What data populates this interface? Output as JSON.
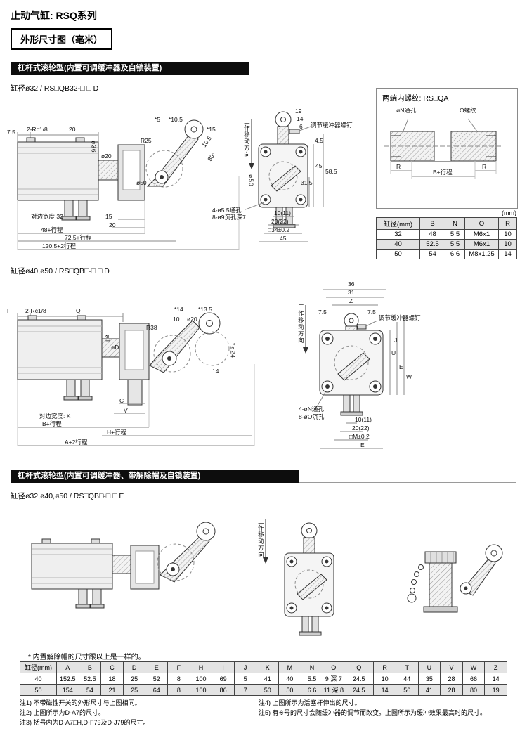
{
  "colors": {
    "header_bar": "#0d0d0d",
    "table_shade": "#e3e3e3"
  },
  "page": {
    "title": "止动气缸: RSQ系列",
    "dim_box": "外形尺寸图（毫米）"
  },
  "section1": {
    "bar": "杠杆式滚轮型(内置可调缓冲器及自锁装置)",
    "sub32": "缸径ø32 / RS□QB32-□ □ D",
    "sub4050": "缸径ø40,ø50 / RS□QB□-□ □ D"
  },
  "section2": {
    "bar": "杠杆式滚轮型(内置可调缓冲器、带解除帽及自锁装置)",
    "sub": "缸径ø32,ø40,ø50 / RS□QB□-□ □ E",
    "note": "* 内置解除帽的尺寸跟以上是一样的。"
  },
  "panel": {
    "title": "两端内螺纹: RS□QA",
    "labels": [
      "øN通孔",
      "O螺纹",
      "R",
      "B+行程",
      "R"
    ],
    "unit": "(mm)",
    "table": {
      "headers": [
        "缸径(mm)",
        "B",
        "N",
        "O",
        "R"
      ],
      "rows": [
        [
          "32",
          "48",
          "5.5",
          "M6x1",
          "10"
        ],
        [
          "40",
          "52.5",
          "5.5",
          "M6x1",
          "10"
        ],
        [
          "50",
          "54",
          "6.6",
          "M8x1.25",
          "14"
        ]
      ]
    }
  },
  "dwgA": {
    "labels": [
      "7.5",
      "2-Rc1/8",
      "20",
      "ø36",
      "ø20",
      "R25",
      "*5",
      "*10.5",
      "*15",
      "10.5",
      "30°",
      "ø50",
      "15",
      "20",
      "对边宽度 32",
      "48+行程",
      "72.5+行程",
      "120.5+2行程"
    ]
  },
  "dwgB": {
    "labels": [
      "工作移动方向",
      "19",
      "14",
      "6",
      "调节缓冲器螺钉",
      "4.5",
      "45",
      "58.5",
      "31.5",
      "ø50",
      "4-ø5.5通孔",
      "8-ø9沉孔深7",
      "10(11)",
      "20(22)",
      "□34±0.2",
      "45"
    ]
  },
  "dwgC": {
    "labels": [
      "F",
      "2-Rc1/8",
      "Q",
      "*14",
      "*13.5",
      "10",
      "ø20",
      "R38",
      "øT",
      "øD",
      "*ø24",
      "14",
      "C",
      "V",
      "对边宽度: K",
      "B+行程",
      "H+行程",
      "A+2行程"
    ]
  },
  "dwgD": {
    "labels": [
      "工作移动方向",
      "36",
      "31",
      "Z",
      "7.5",
      "7.5",
      "调节缓冲器螺钉",
      "U",
      "J",
      "E",
      "W",
      "4-øN通孔",
      "8-øO沉孔",
      "10(11)",
      "20(22)",
      "□M±0.2",
      "E"
    ]
  },
  "dwgF": {
    "labels": [
      "工作移动方向"
    ]
  },
  "dim_table": {
    "headers": [
      "缸径(mm)",
      "A",
      "B",
      "C",
      "D",
      "E",
      "F",
      "H",
      "I",
      "J",
      "K",
      "M",
      "N",
      "O",
      "Q",
      "R",
      "T",
      "U",
      "V",
      "W",
      "Z"
    ],
    "rows": [
      [
        "40",
        "152.5",
        "52.5",
        "18",
        "25",
        "52",
        "8",
        "100",
        "69",
        "5",
        "41",
        "40",
        "5.5",
        "9 深 7",
        "24.5",
        "10",
        "44",
        "35",
        "28",
        "66",
        "14"
      ],
      [
        "50",
        "154",
        "54",
        "21",
        "25",
        "64",
        "8",
        "100",
        "86",
        "7",
        "50",
        "50",
        "6.6",
        "11 深 8",
        "24.5",
        "14",
        "56",
        "41",
        "28",
        "80",
        "19"
      ]
    ]
  },
  "notes": {
    "left": [
      "注1) 不带磁性开关的外形尺寸与上图相同。",
      "注2) 上图所示为D-A7的尺寸。",
      "注3) 括号内为D-A7□H,D-F79及D-J79的尺寸。"
    ],
    "right": [
      "注4) 上图所示为活塞杆伸出的尺寸。",
      "注5) 有※号的尺寸会随缓冲器的调节而改变。上图所示为缓冲效果最高时的尺寸。"
    ]
  }
}
